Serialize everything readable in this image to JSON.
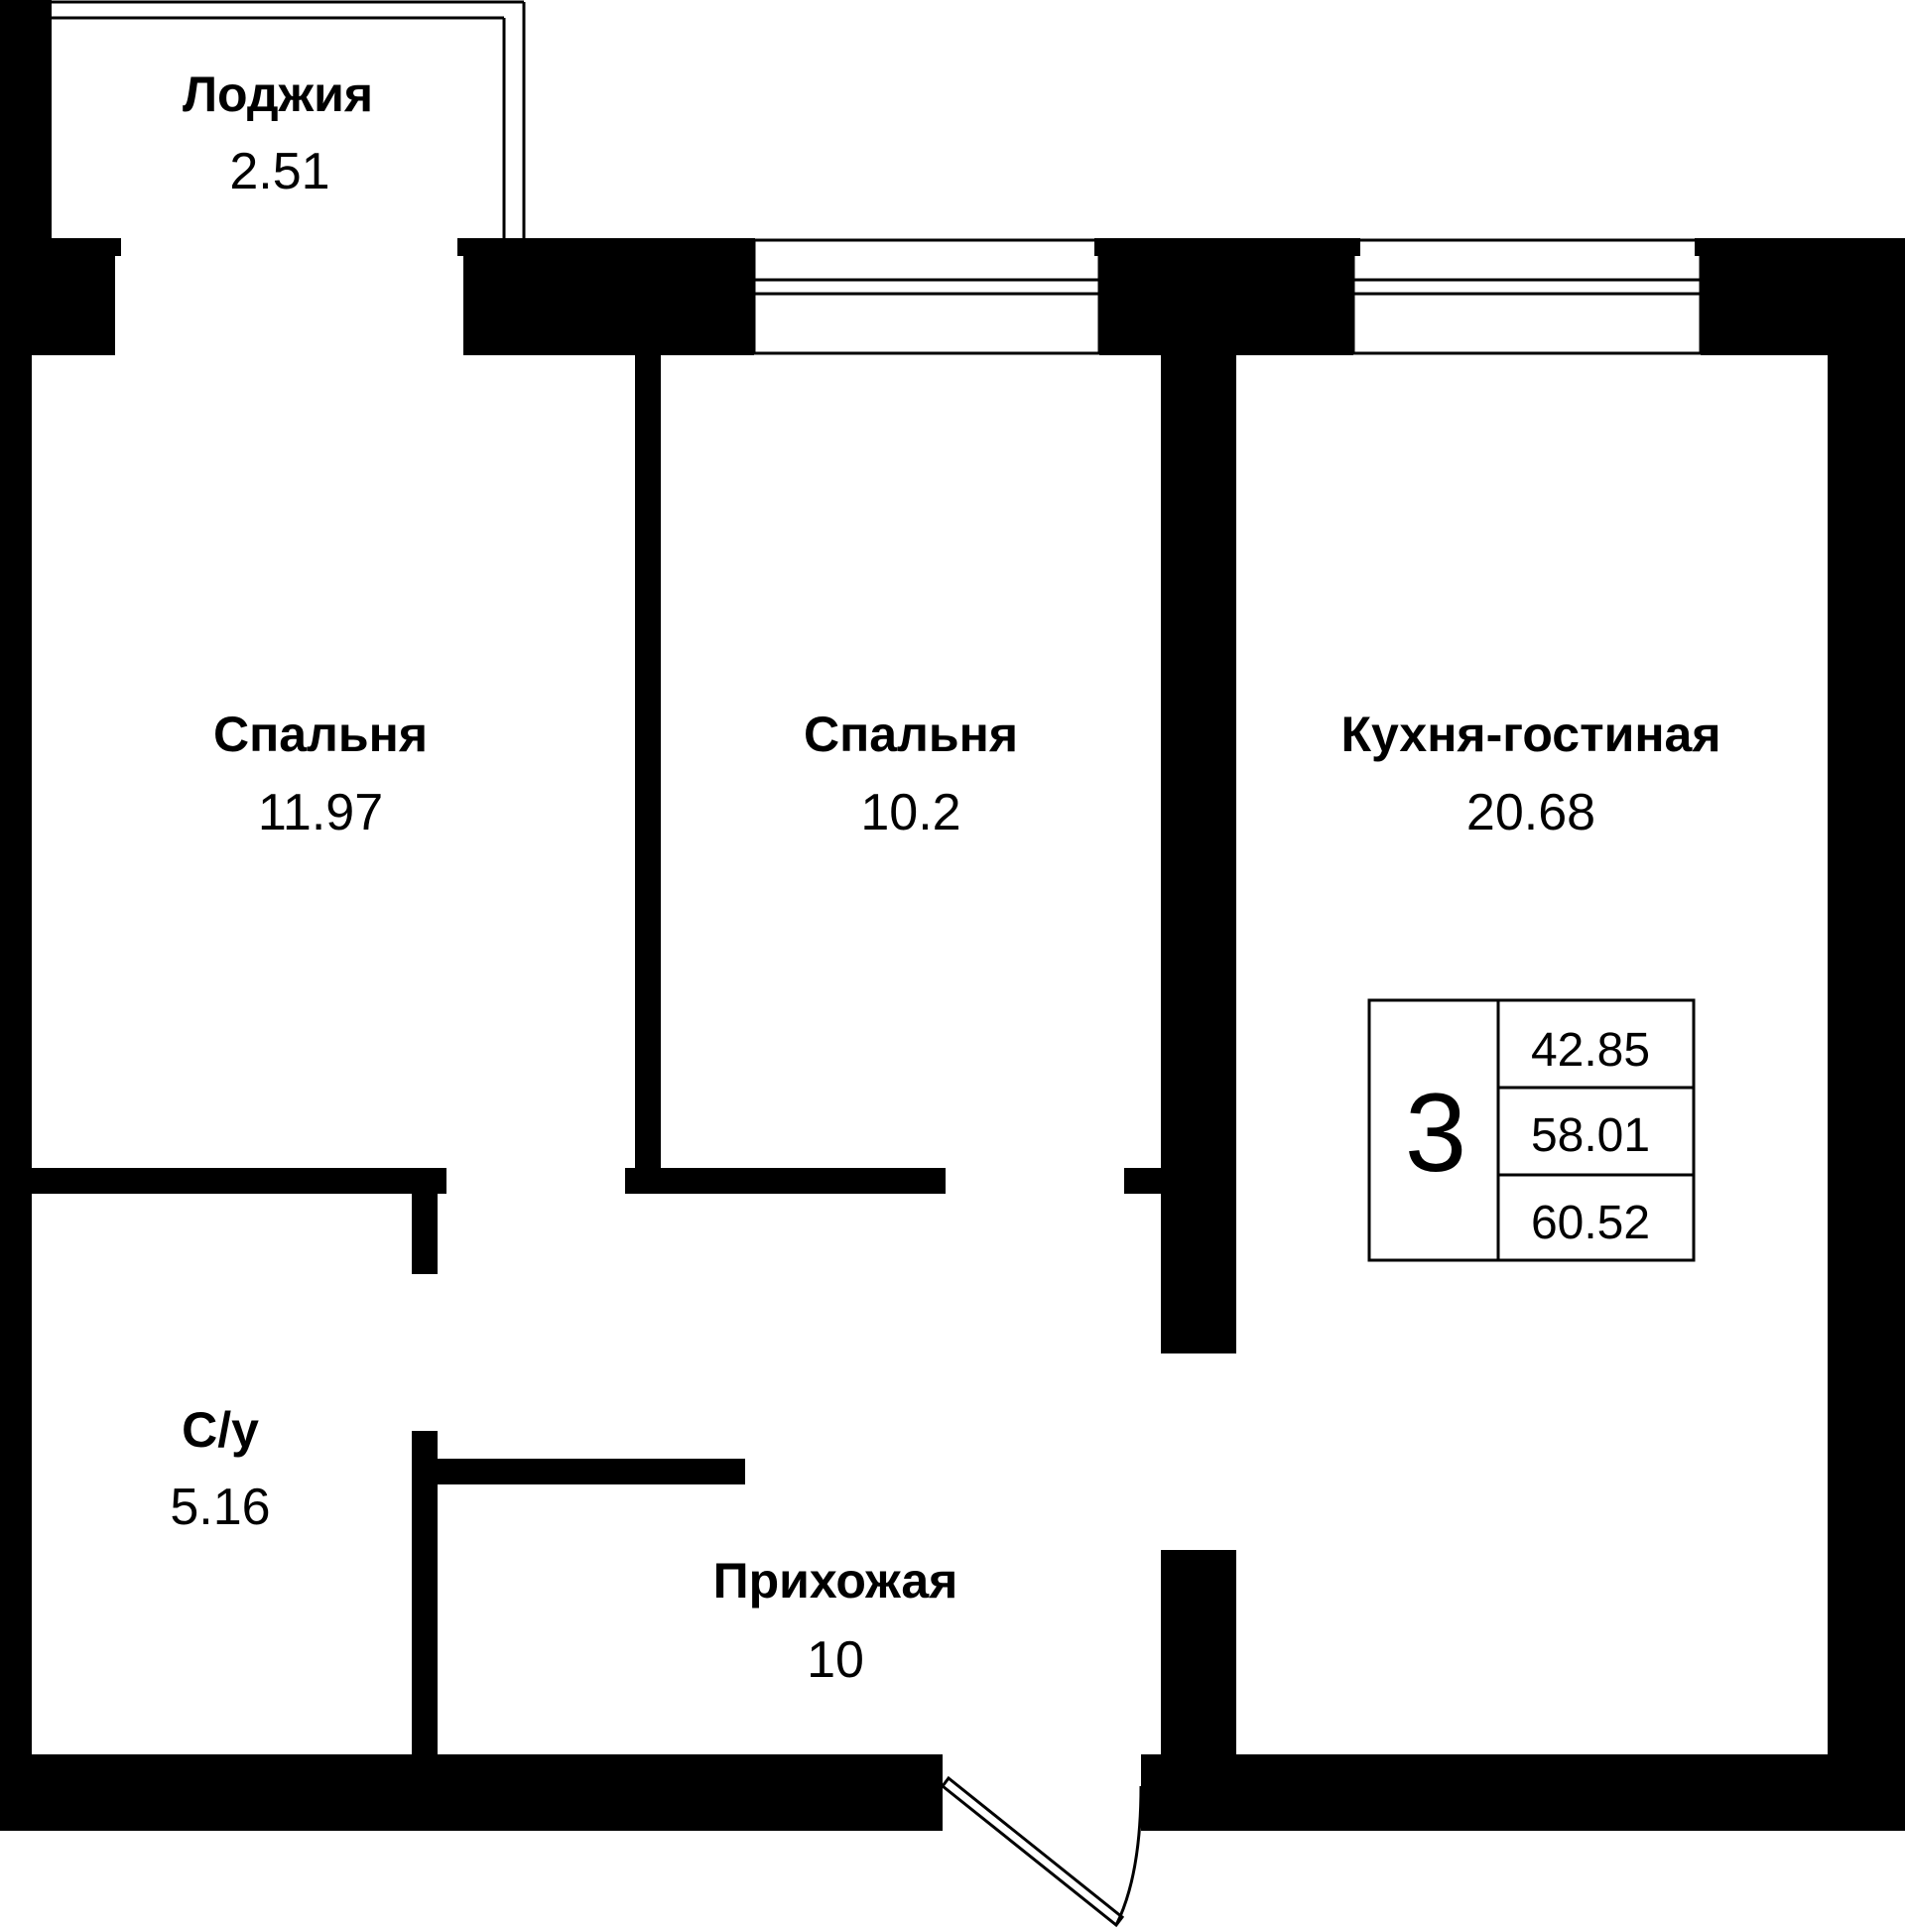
{
  "rooms": {
    "loggia": {
      "label": "Лоджия",
      "area": "2.51"
    },
    "bedroom1": {
      "label": "Спальня",
      "area": "11.97"
    },
    "bedroom2": {
      "label": "Спальня",
      "area": "10.2"
    },
    "kitchen": {
      "label": "Кухня-гостиная",
      "area": "20.68"
    },
    "bathroom": {
      "label": "С/у",
      "area": "5.16"
    },
    "hallway": {
      "label": "Прихожая",
      "area": "10"
    }
  },
  "summary": {
    "room_count": "3",
    "living_area": "42.85",
    "total_area": "58.01",
    "total_with_loggia": "60.52"
  }
}
